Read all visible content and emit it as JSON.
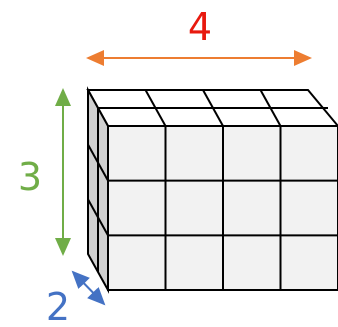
{
  "dimensions": {
    "length": {
      "label": "4",
      "color": "#E8190E",
      "arrow_color": "#ED7D31"
    },
    "height": {
      "label": "3",
      "color": "#70AD47",
      "arrow_color": "#70AD47"
    },
    "depth": {
      "label": "2",
      "color": "#4472C4",
      "arrow_color": "#4472C4"
    }
  },
  "cube_grid": {
    "columns": 4,
    "rows": 3,
    "depth_layers": 2,
    "face_color": "#F2F2F2",
    "side_color": "#D0D0D0",
    "top_color": "#FFFFFF",
    "edge_color": "#000000"
  }
}
